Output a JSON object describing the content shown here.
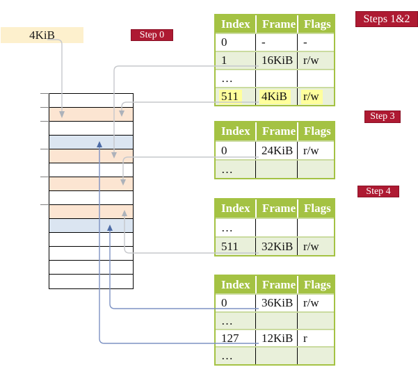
{
  "pointer_box": {
    "label": "4KiB"
  },
  "badges": {
    "step0": "Step 0",
    "steps12": "Steps 1&2",
    "step3": "Step 3",
    "step4": "Step 4"
  },
  "memory": {
    "rows": [
      "free",
      "table",
      "free",
      "page",
      "table",
      "free",
      "table",
      "free",
      "table",
      "page",
      "free",
      "free",
      "free",
      "free"
    ]
  },
  "table_headers": [
    "Index",
    "Frame",
    "Flags"
  ],
  "tables": {
    "steps12": {
      "rows": [
        {
          "index": "0",
          "frame": "-",
          "flags": "-"
        },
        {
          "index": "1",
          "frame": "16KiB",
          "flags": "r/w"
        },
        {
          "index": "…",
          "frame": "",
          "flags": ""
        },
        {
          "index": "511",
          "frame": "4KiB",
          "flags": "r/w",
          "emphasis": "highlight"
        }
      ]
    },
    "step3": {
      "rows": [
        {
          "index": "0",
          "frame": "24KiB",
          "flags": "r/w"
        },
        {
          "index": "…",
          "frame": "",
          "flags": ""
        }
      ]
    },
    "step4": {
      "rows": [
        {
          "index": "…",
          "frame": "",
          "flags": ""
        },
        {
          "index": "511",
          "frame": "32KiB",
          "flags": "r/w"
        }
      ]
    },
    "final": {
      "rows": [
        {
          "index": "0",
          "frame": "36KiB",
          "flags": "r/w"
        },
        {
          "index": "…",
          "frame": "",
          "flags": ""
        },
        {
          "index": "127",
          "frame": "12KiB",
          "flags": "r"
        },
        {
          "index": "…",
          "frame": "",
          "flags": ""
        }
      ]
    }
  },
  "colors": {
    "badge-red": "#ae1a32",
    "badge-red-border": "#8a1126",
    "header-green": "#a4c243",
    "row-green": "#e9f0da",
    "sep-green": "#cadb9f",
    "peach": "#fce5d2",
    "page-blue": "#dbe5f1",
    "cream": "#fdf0cd",
    "highlight-yellow": "#ffff9c",
    "gray-line": "#c6c8cc",
    "gray-arrow": "#adb2ba",
    "blue-line": "#7d92c3",
    "blue-arrow": "#4c6ba6"
  }
}
